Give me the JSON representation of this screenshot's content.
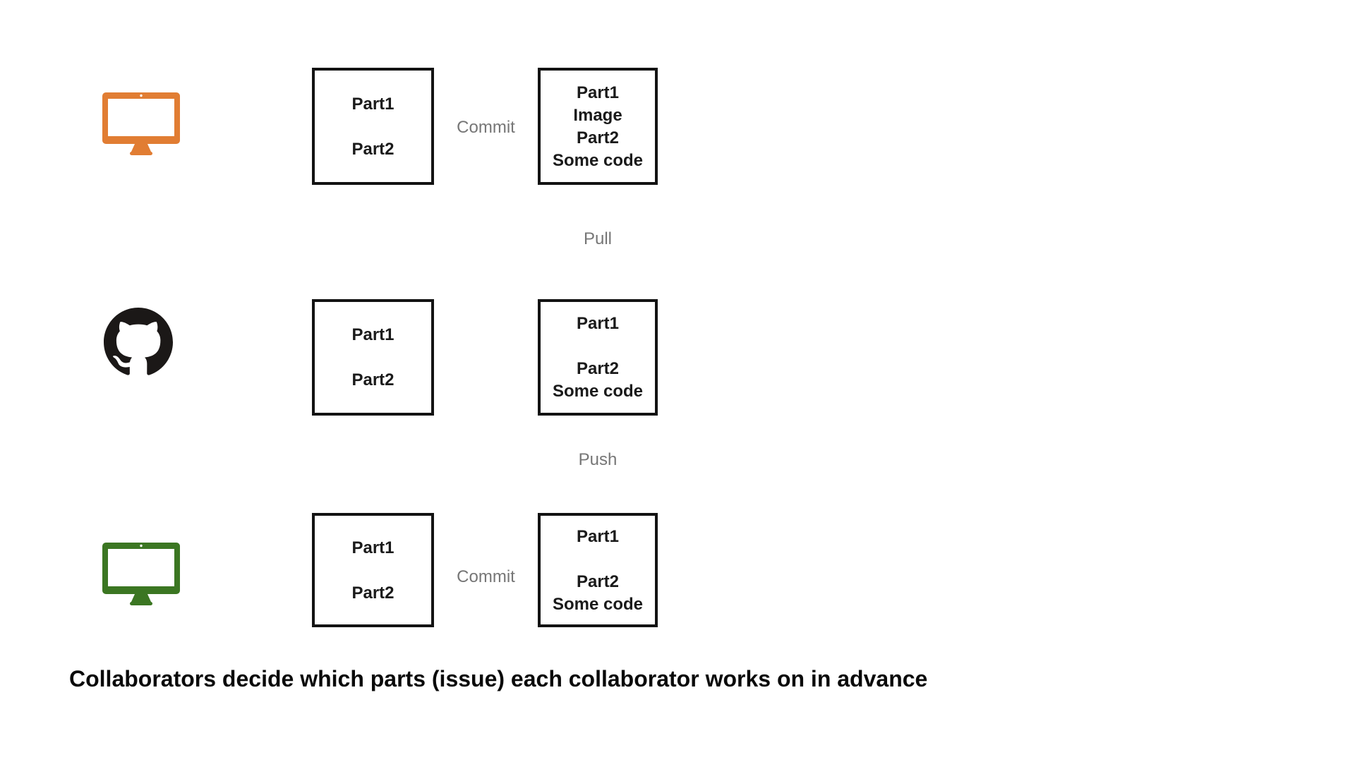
{
  "canvas": {
    "background": "#ffffff"
  },
  "colors": {
    "monitor_orange": "#E17D33",
    "monitor_green": "#3B7622",
    "github_black": "#1B1817",
    "box_border": "#131313",
    "box_text": "#1A1A1A",
    "action_label_gray": "#767676",
    "caption_black": "#0A0A0A"
  },
  "rows": [
    {
      "name": "collaborator-1-local",
      "icon": "desktop-monitor-orange",
      "left_box": {
        "lines": [
          "Part1",
          "",
          "Part2"
        ]
      },
      "between_label": "Commit",
      "right_box": {
        "lines": [
          "Part1",
          "Image",
          "Part2",
          "Some code"
        ]
      }
    },
    {
      "name": "github-remote",
      "icon": "github-octocat",
      "left_box": {
        "lines": [
          "Part1",
          "",
          "Part2"
        ]
      },
      "between_label": "",
      "right_box": {
        "lines": [
          "Part1",
          "",
          "Part2",
          "Some code"
        ]
      }
    },
    {
      "name": "collaborator-2-local",
      "icon": "desktop-monitor-green",
      "left_box": {
        "lines": [
          "Part1",
          "",
          "Part2"
        ]
      },
      "between_label": "Commit",
      "right_box": {
        "lines": [
          "Part1",
          "",
          "Part2",
          "Some code"
        ]
      }
    }
  ],
  "transfer_labels": {
    "pull": "Pull",
    "push": "Push"
  },
  "caption": "Collaborators decide which parts (issue) each collaborator works on in advance"
}
